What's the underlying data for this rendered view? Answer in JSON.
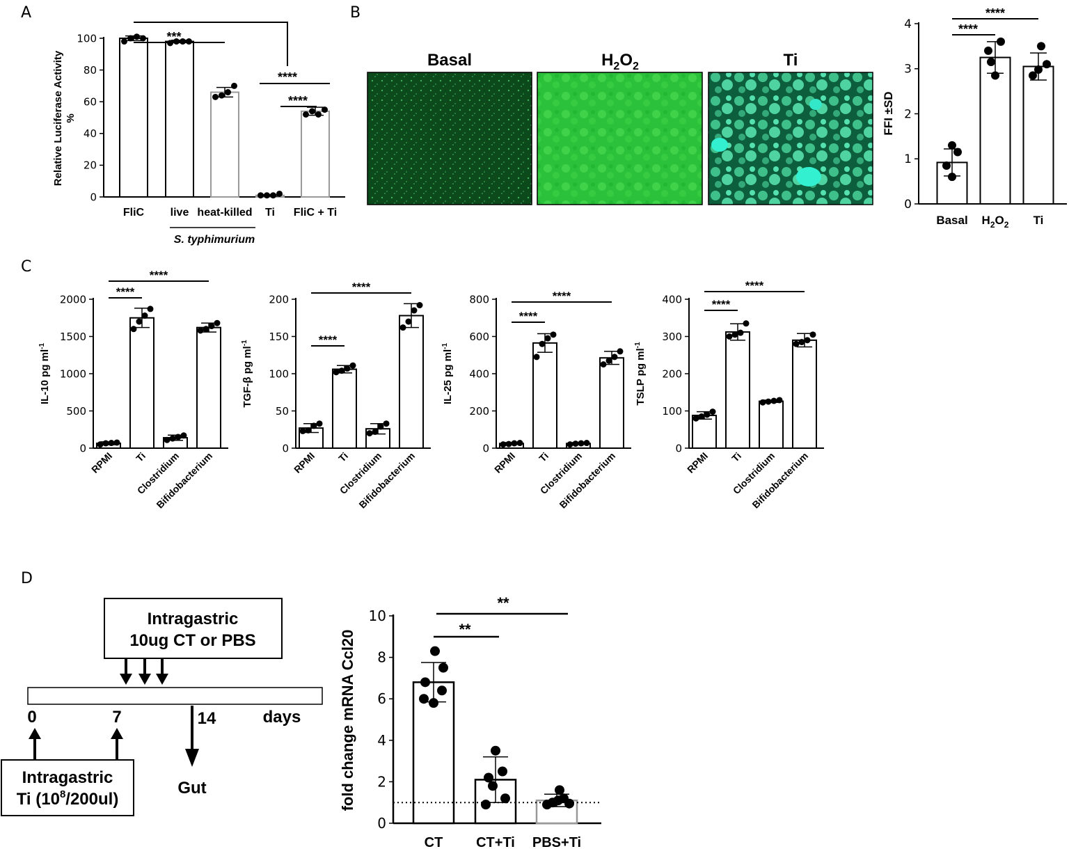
{
  "panels": {
    "A": {
      "letter": "A",
      "chart_data": {
        "type": "bar",
        "ylabel_line1": "Relative Luciferase Activity",
        "ylabel_line2": "%",
        "ylim": [
          0,
          100
        ],
        "yticks": [
          "0",
          "20",
          "40",
          "60",
          "80",
          "100"
        ],
        "categories": [
          "FliC",
          "live",
          "heat-killed",
          "Ti",
          "FliC + Ti"
        ],
        "group_label": "S. typhimurium",
        "values": [
          100,
          98,
          66,
          1,
          54
        ],
        "errors": [
          1.5,
          0.8,
          3,
          0.5,
          2.5
        ],
        "points": [
          [
            98,
            100,
            101,
            100
          ],
          [
            97,
            98,
            98,
            98
          ],
          [
            63,
            64,
            66,
            70
          ],
          [
            1,
            1,
            1,
            2
          ],
          [
            52,
            54,
            52,
            55
          ]
        ],
        "bar_colors": [
          "#000000",
          "#000000",
          "#999999",
          "#999999",
          "#999999"
        ],
        "significance": [
          "***",
          "****",
          "****"
        ]
      }
    },
    "B": {
      "letter": "B",
      "images": {
        "basal": {
          "title": "Basal"
        },
        "h2o2": {
          "title_main": "H",
          "title_sub": "2",
          "title_main2": "O",
          "title_sub2": "2"
        },
        "ti": {
          "title": "Ti"
        }
      },
      "chart_data": {
        "type": "bar",
        "ylabel": "FFI ±SD",
        "ylim": [
          0,
          4
        ],
        "yticks": [
          "0",
          "1",
          "2",
          "3",
          "4"
        ],
        "categories": [
          "Basal",
          "H2O2",
          "Ti"
        ],
        "cat_h2o2": {
          "main": "H",
          "sub": "2",
          "main2": "O",
          "sub2": "2"
        },
        "values": [
          0.92,
          3.25,
          3.05
        ],
        "errors": [
          0.3,
          0.35,
          0.3
        ],
        "points": [
          [
            0.6,
            0.85,
            1.15,
            1.3
          ],
          [
            2.85,
            3.15,
            3.4,
            3.6
          ],
          [
            2.85,
            2.98,
            3.1,
            3.5
          ]
        ],
        "significance": [
          "****",
          "****"
        ]
      }
    },
    "C": {
      "letter": "C",
      "categories": [
        "RPMI",
        "Ti",
        "Clostridium",
        "Bifidobacterium"
      ],
      "charts": [
        {
          "ylabel_main": "IL-10 pg ml",
          "ylabel_sup": "-1",
          "ylim": [
            0,
            2000
          ],
          "yticks": [
            "0",
            "500",
            "1000",
            "1500",
            "2000"
          ],
          "values": [
            65,
            1750,
            140,
            1620
          ],
          "errors": [
            20,
            130,
            35,
            60
          ],
          "points": [
            [
              50,
              65,
              70,
              75
            ],
            [
              1600,
              1700,
              1780,
              1870
            ],
            [
              110,
              130,
              150,
              170
            ],
            [
              1580,
              1600,
              1640,
              1680
            ]
          ],
          "significance": [
            "****",
            "****"
          ]
        },
        {
          "ylabel_main": "TGF-β pg ml",
          "ylabel_sup": "-1",
          "ylim": [
            0,
            200
          ],
          "yticks": [
            "0",
            "50",
            "100",
            "150",
            "200"
          ],
          "values": [
            27,
            106,
            26,
            178
          ],
          "errors": [
            6,
            5,
            7,
            16
          ],
          "points": [
            [
              23,
              24,
              30,
              33
            ],
            [
              102,
              104,
              107,
              111
            ],
            [
              20,
              22,
              29,
              33
            ],
            [
              162,
              170,
              185,
              192
            ]
          ],
          "significance": [
            "****",
            "****"
          ]
        },
        {
          "ylabel_main": "IL-25 pg ml",
          "ylabel_sup": "-1",
          "ylim": [
            0,
            800
          ],
          "yticks": [
            "0",
            "200",
            "400",
            "600",
            "800"
          ],
          "values": [
            25,
            565,
            25,
            485
          ],
          "errors": [
            5,
            50,
            5,
            35
          ],
          "points": [
            [
              20,
              22,
              26,
              28
            ],
            [
              490,
              560,
              590,
              610
            ],
            [
              20,
              24,
              26,
              28
            ],
            [
              450,
              470,
              490,
              520
            ]
          ],
          "significance": [
            "****",
            "****"
          ]
        },
        {
          "ylabel_main": "TSLP pg ml",
          "ylabel_sup": "-1",
          "ylim": [
            0,
            400
          ],
          "yticks": [
            "0",
            "100",
            "200",
            "300",
            "400"
          ],
          "values": [
            88,
            312,
            126,
            290
          ],
          "errors": [
            10,
            22,
            3,
            18
          ],
          "points": [
            [
              80,
              85,
              90,
              98
            ],
            [
              300,
              305,
              310,
              335
            ],
            [
              123,
              125,
              127,
              129
            ],
            [
              280,
              285,
              290,
              305
            ]
          ],
          "significance": [
            "****",
            "****"
          ]
        }
      ]
    },
    "D": {
      "letter": "D",
      "diagram": {
        "top_box_line1": "Intragastric",
        "top_box_line2": "10ug CT or PBS",
        "tick_0": "0",
        "tick_7": "7",
        "tick_14": "14",
        "days": "days",
        "bottom_box_line1": "Intragastric",
        "bottom_box_line2_a": "Ti (10",
        "bottom_box_line2_sup": "8",
        "bottom_box_line2_b": "/200ul)",
        "gut": "Gut"
      },
      "chart_data": {
        "type": "bar",
        "ylabel": "fold change mRNA Ccl20",
        "ylim": [
          0,
          10
        ],
        "yticks": [
          "0",
          "2",
          "4",
          "6",
          "8",
          "10"
        ],
        "categories": [
          "CT",
          "CT+Ti",
          "PBS+Ti"
        ],
        "values": [
          6.8,
          2.1,
          1.1
        ],
        "errors": [
          0.95,
          1.1,
          0.3
        ],
        "points": [
          [
            5.8,
            6.0,
            6.4,
            6.8,
            7.5,
            8.3
          ],
          [
            0.9,
            1.2,
            1.8,
            2.5,
            3.5,
            2.2
          ],
          [
            0.9,
            1.0,
            1.1,
            1.2,
            1.6,
            0.95
          ]
        ],
        "bar_colors": [
          "#000000",
          "#000000",
          "#999999"
        ],
        "reference_line": 1,
        "significance": [
          "**",
          "**"
        ]
      }
    }
  }
}
